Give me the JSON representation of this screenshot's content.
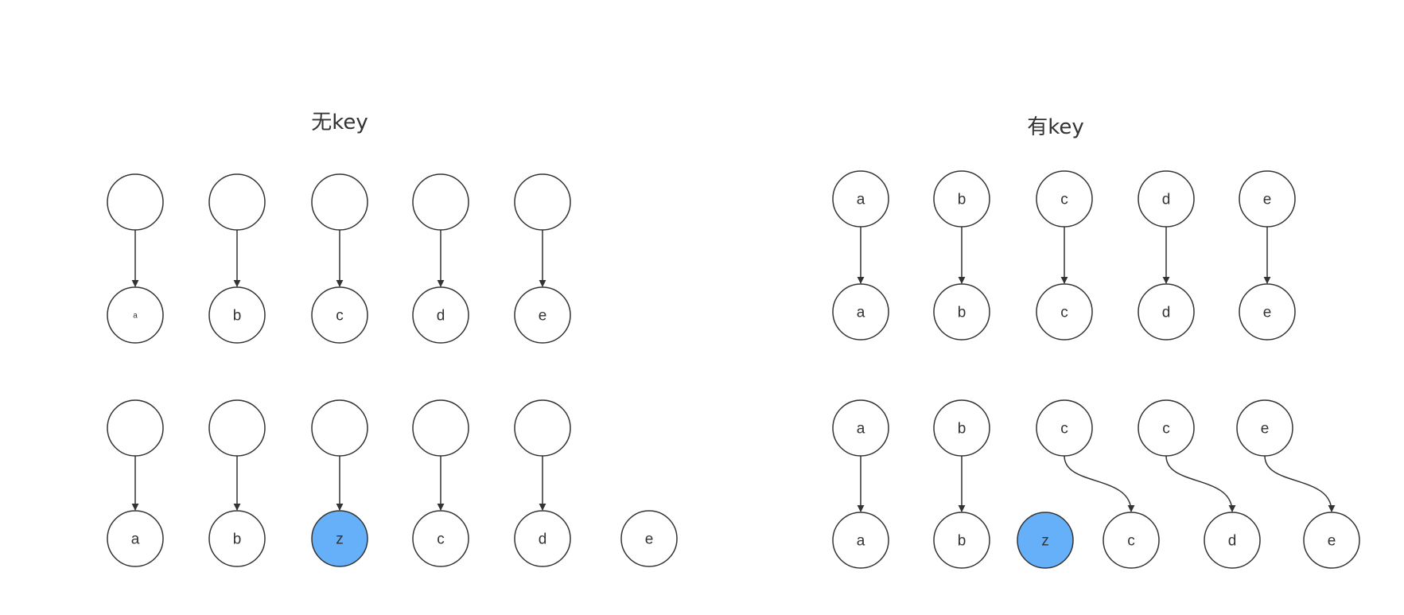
{
  "panels": [
    {
      "title": "无key",
      "top_old": [
        "",
        "",
        "",
        "",
        ""
      ],
      "top_new": [
        "a",
        "b",
        "c",
        "d",
        "e"
      ],
      "bottom_old": [
        "",
        "",
        "",
        "",
        ""
      ],
      "bottom_new": [
        "a",
        "b",
        "z",
        "c",
        "d",
        "e"
      ]
    },
    {
      "title": "有key",
      "top_old": [
        "a",
        "b",
        "c",
        "d",
        "e"
      ],
      "top_new": [
        "a",
        "b",
        "c",
        "d",
        "e"
      ],
      "bottom_old": [
        "a",
        "b",
        "c",
        "c",
        "e"
      ],
      "bottom_new": [
        "a",
        "b",
        "z",
        "c",
        "d",
        "e"
      ]
    }
  ],
  "colors": {
    "stroke": "#333333",
    "node_fill": "#ffffff",
    "highlight_fill": "#66aff9"
  }
}
